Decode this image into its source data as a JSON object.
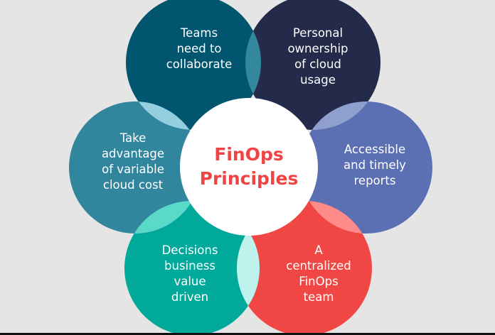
{
  "title": [
    "FinOps",
    "Principles"
  ],
  "principles": [
    {
      "id": "teams",
      "lines": [
        "Teams",
        "need to",
        "collaborate"
      ],
      "color": "#02556f"
    },
    {
      "id": "ownership",
      "lines": [
        "Personal",
        "ownership",
        "of cloud",
        "usage"
      ],
      "color": "#232a4a"
    },
    {
      "id": "reports",
      "lines": [
        "Accessible",
        "and timely",
        "reports"
      ],
      "color": "#5b6fb3"
    },
    {
      "id": "centralized",
      "lines": [
        "A",
        "centralized",
        "FinOps",
        "team"
      ],
      "color": "#f04744"
    },
    {
      "id": "decisions",
      "lines": [
        "Decisions",
        "business",
        "value",
        "driven"
      ],
      "color": "#00a99a"
    },
    {
      "id": "variable-cost",
      "lines": [
        "Take",
        "advantage",
        "of variable",
        "cloud cost"
      ],
      "color": "#31869d"
    }
  ],
  "colors": {
    "background": "#e5e5e5",
    "title": "#ef4444"
  }
}
